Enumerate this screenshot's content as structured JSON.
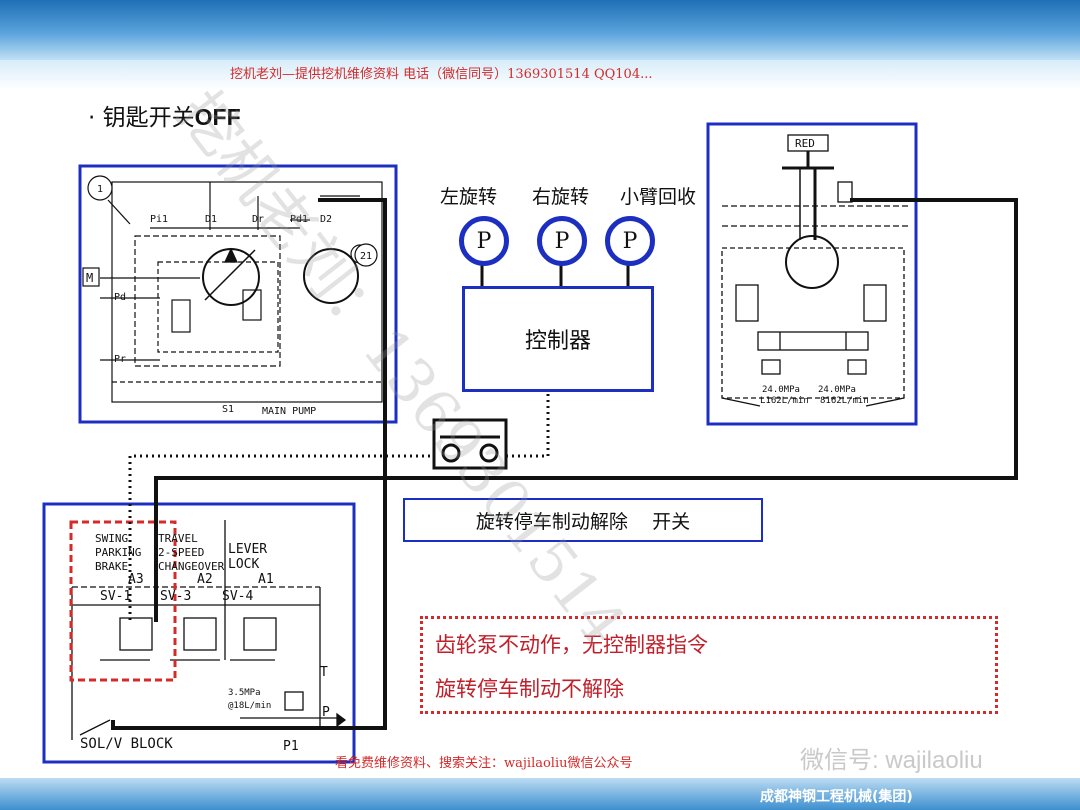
{
  "header_note": "挖机老刘—提供挖机维修资料 电话（微信同号）1369301514    QQ104...",
  "title_bullet": "·",
  "title_text": "钥匙开关",
  "title_bold": "OFF",
  "pressure_sensors": [
    {
      "label": "左旋转",
      "symbol": "P"
    },
    {
      "label": "右旋转",
      "symbol": "P"
    },
    {
      "label": "小臂回收",
      "symbol": "P"
    }
  ],
  "controller_label": "控制器",
  "release_switch_label": "旋转停车制动解除    开关",
  "notes": [
    "齿轮泵不动作，无控制器指令",
    "旋转停车制动不解除"
  ],
  "footer_note": "看免费维修资料、搜索关注：wajilaoliu微信公众号",
  "wechat_id": "微信号: wajilaoliu",
  "company": "成都神钢工程机械(集团)",
  "watermark": "挖机老刘：1369301514",
  "main_pump": {
    "title": "MAIN PUMP",
    "labels": [
      "1",
      "Pi1",
      "D1",
      "Dr",
      "Pd1",
      "D2",
      "21",
      "M",
      "Pd",
      "Pr",
      "S1"
    ]
  },
  "swing_motor": {
    "red_label": "RED",
    "pressure_left": "24.0MPa",
    "flow_left": "L162L/min",
    "pressure_right": "24.0MPa",
    "flow_right": "8162L/min"
  },
  "sol_block": {
    "title": "SOL/V BLOCK",
    "col1": [
      "SWING",
      "PARKING",
      "BRAKE"
    ],
    "col2": [
      "TRAVEL",
      "2-SPEED",
      "CHANGEOVER"
    ],
    "col3": [
      "LEVER",
      "LOCK"
    ],
    "ports_top": [
      "A3",
      "A2",
      "A1"
    ],
    "valves": [
      "SV-1",
      "SV-3",
      "SV-4"
    ],
    "relief_pressure": "3.5MPa",
    "relief_flow": "@18L/min",
    "port_t": "T",
    "port_p": "P",
    "port_p1": "P1"
  },
  "colors": {
    "frame_blue": "#1c2fc0",
    "note_red": "#c0202a",
    "header_red": "#d42a2a"
  }
}
